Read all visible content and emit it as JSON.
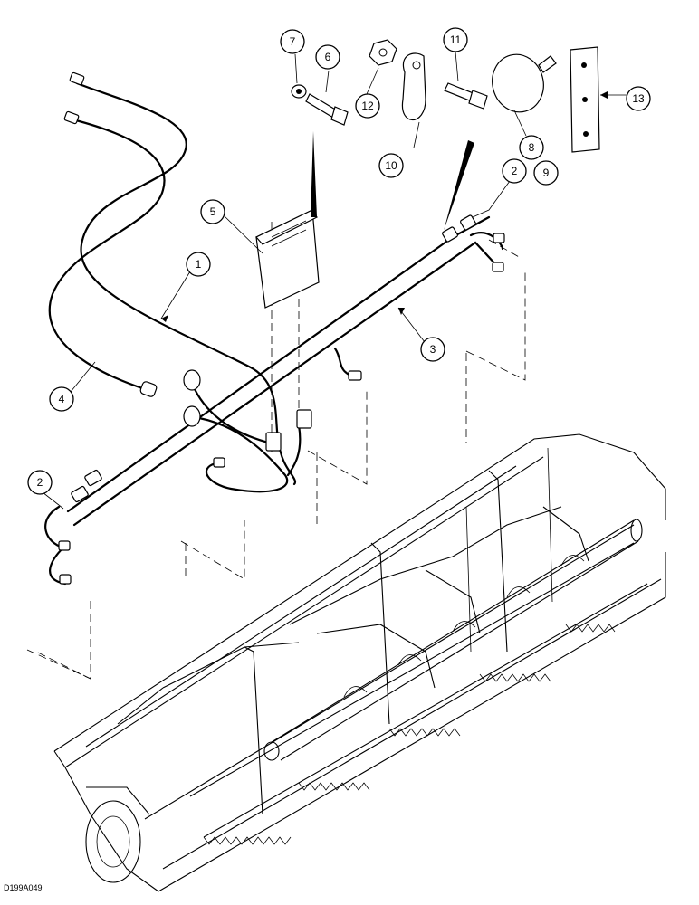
{
  "callouts": [
    {
      "id": "1",
      "label": "1"
    },
    {
      "id": "2a",
      "label": "2"
    },
    {
      "id": "2b",
      "label": "2"
    },
    {
      "id": "3",
      "label": "3"
    },
    {
      "id": "4",
      "label": "4"
    },
    {
      "id": "5",
      "label": "5"
    },
    {
      "id": "6",
      "label": "6"
    },
    {
      "id": "7",
      "label": "7"
    },
    {
      "id": "8",
      "label": "8"
    },
    {
      "id": "9",
      "label": "9"
    },
    {
      "id": "10",
      "label": "10"
    },
    {
      "id": "11",
      "label": "11"
    },
    {
      "id": "12",
      "label": "12"
    },
    {
      "id": "13",
      "label": "13"
    }
  ],
  "drawing_id": "D199A049"
}
